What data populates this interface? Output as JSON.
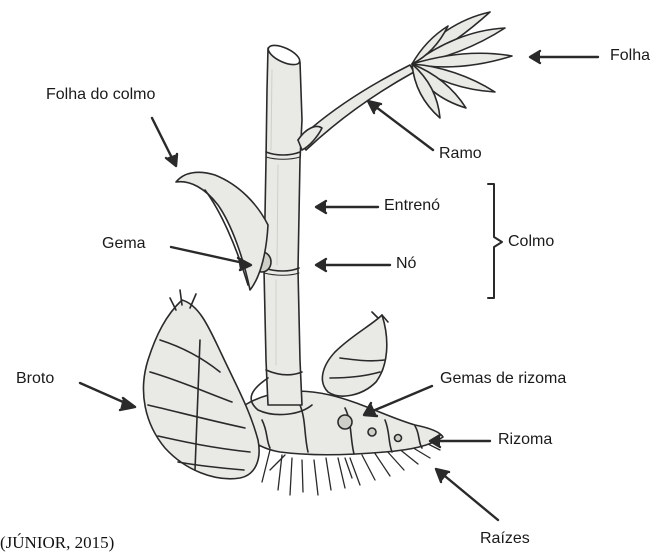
{
  "labels": {
    "folha": "Folha",
    "folha_do_colmo": "Folha do colmo",
    "ramo": "Ramo",
    "entreno": "Entrenó",
    "colmo": "Colmo",
    "gema": "Gema",
    "no": "Nó",
    "broto": "Broto",
    "gemas_de_rizoma": "Gemas de rizoma",
    "rizoma": "Rizoma",
    "raizes": "Raízes"
  },
  "citation": "(JÚNIOR, 2015)",
  "colors": {
    "ink": "#2a2a2a",
    "plant_fill": "#e9e9e6",
    "shade": "#cfcfca"
  }
}
